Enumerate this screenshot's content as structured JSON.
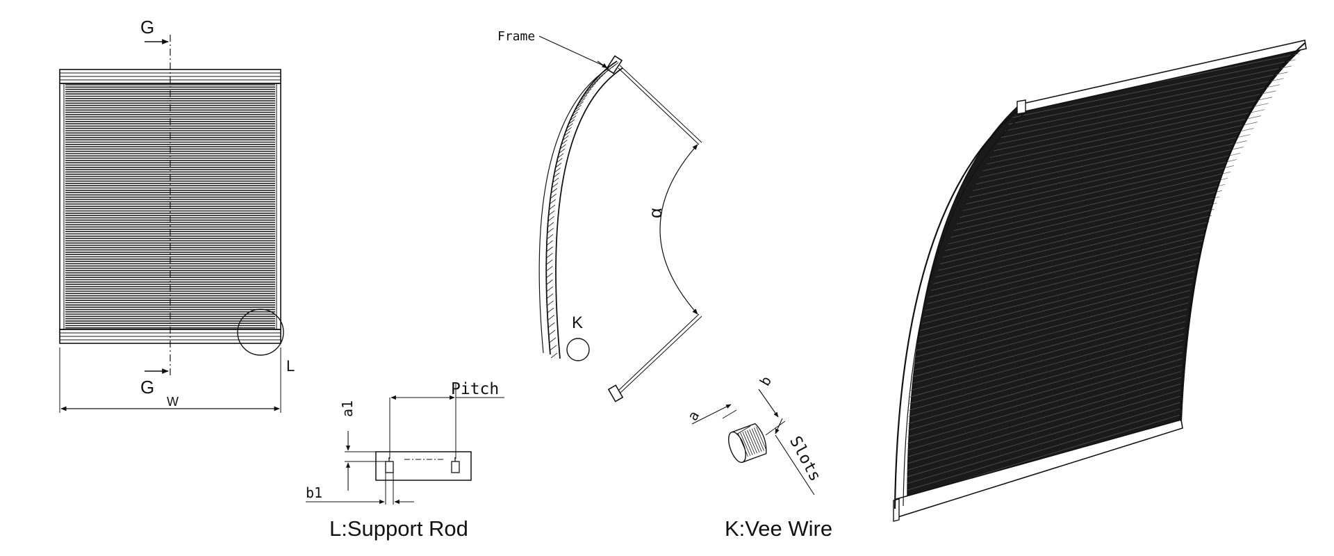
{
  "front_view": {
    "section_marker_top": "G",
    "section_marker_bottom": "G",
    "width_label": "W",
    "detail_callout": "L"
  },
  "side_view": {
    "frame_label": "Frame",
    "angle_label": "α",
    "detail_callout": "K"
  },
  "detail_l": {
    "pitch_label": "Pitch",
    "a1_label": "a1",
    "b1_label": "b1",
    "caption": "L:Support Rod"
  },
  "detail_k": {
    "a_label": "a",
    "b_label": "b",
    "slots_label": "Slots",
    "caption": "K:Vee Wire"
  }
}
